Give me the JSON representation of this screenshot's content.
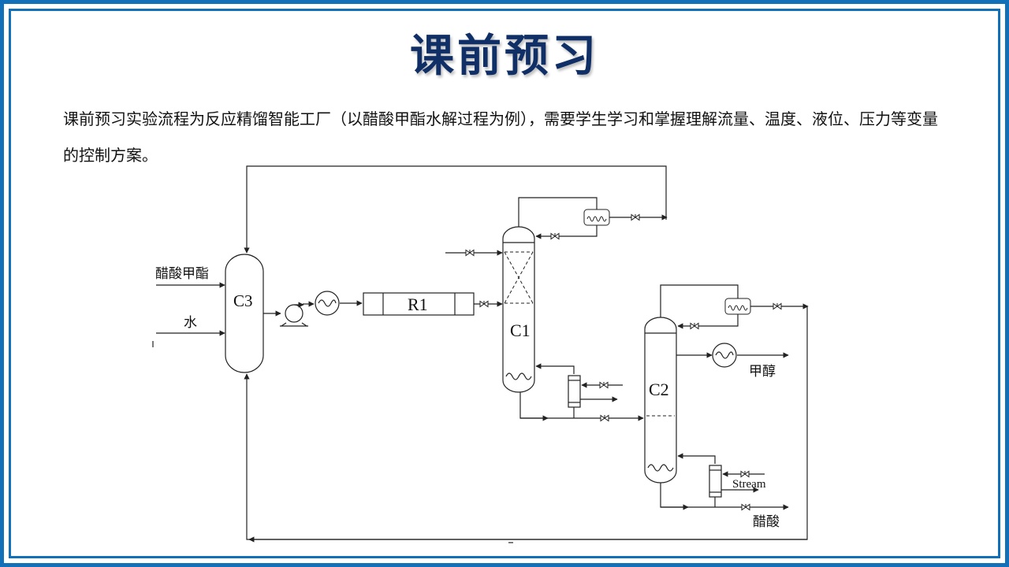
{
  "slide": {
    "title": "课前预习",
    "intro": "课前预习实验流程为反应精馏智能工厂（以醋酸甲酯水解过程为例），需要学生学习和掌握理解流量、温度、液位、压力等变量的控制方案。"
  },
  "diagram": {
    "units": {
      "c3": "C3",
      "r1": "R1",
      "c1": "C1",
      "c2": "C2"
    },
    "streams": {
      "methyl_acetate_feed": "醋酸甲酯",
      "water_feed": "水",
      "methanol_product": "甲醇",
      "steam": "Stream",
      "acetic_acid_product": "醋酸"
    }
  },
  "colors": {
    "frame": "#1270b8",
    "title": "#0f2f66",
    "line": "#222222"
  }
}
